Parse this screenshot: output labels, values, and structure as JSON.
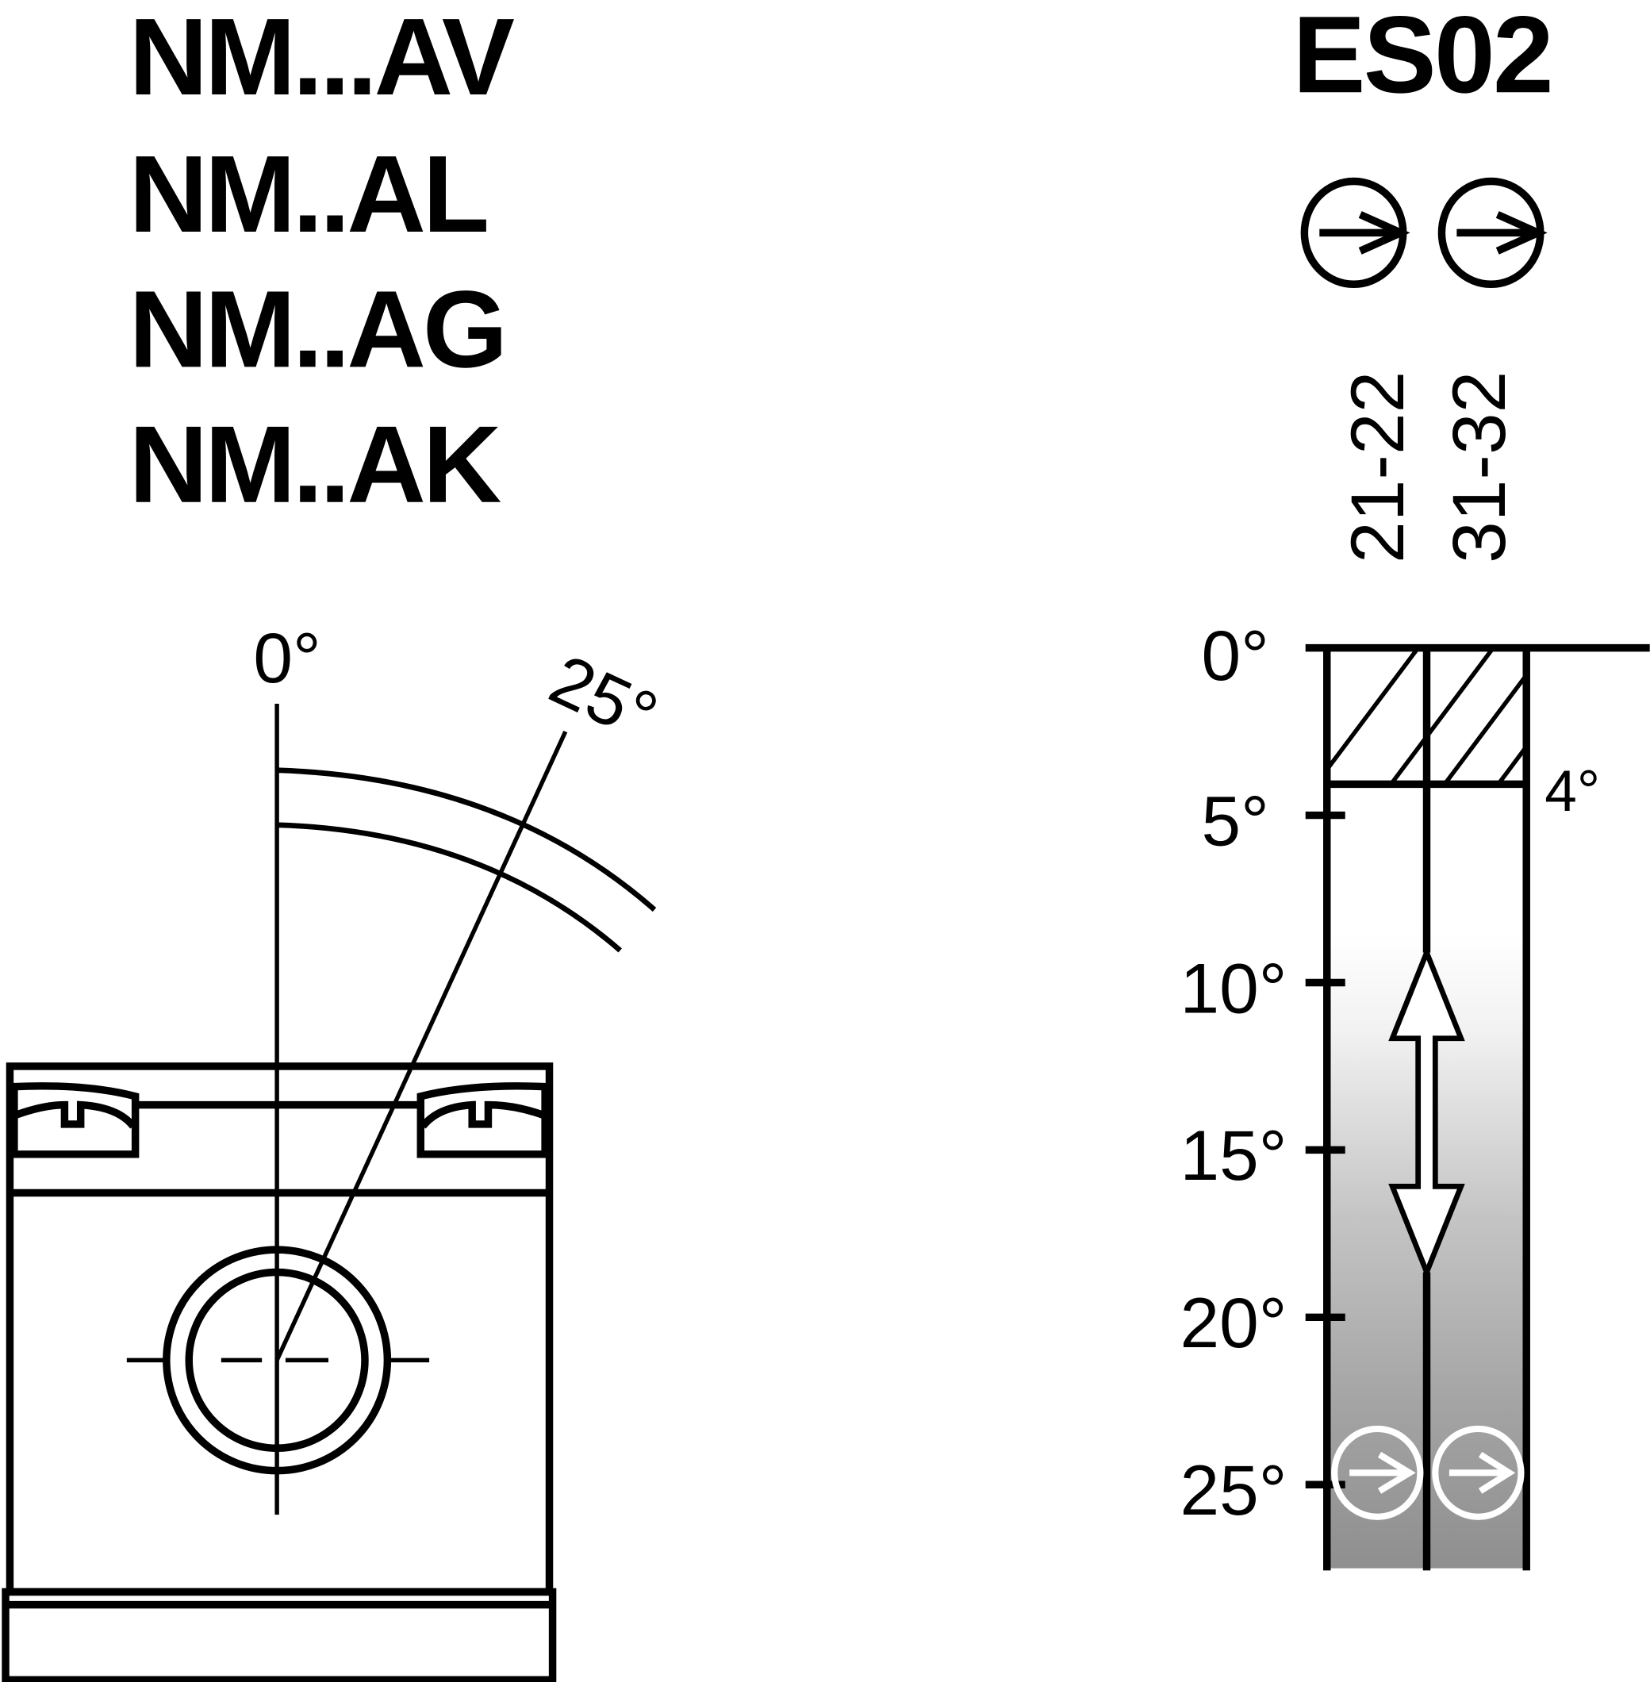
{
  "models": [
    "NM...AV",
    "NM..AL",
    "NM..AG",
    "NM..AK"
  ],
  "switch_code": "ES02",
  "contacts": [
    {
      "label": "21-22",
      "symbol": "positive-opening-arrow-icon"
    },
    {
      "label": "31-32",
      "symbol": "positive-opening-arrow-icon"
    }
  ],
  "lever_diagram": {
    "start_angle_label": "0°",
    "end_angle_label": "25°"
  },
  "travel_diagram": {
    "scale_labels": [
      "0°",
      "5°",
      "10°",
      "15°",
      "20°",
      "25°"
    ],
    "switching_point_label": "4°",
    "colors": {
      "line": "#000000",
      "hatch": "#000000",
      "gradient_start": "#ffffff",
      "gradient_end": "#8f8f8f"
    }
  }
}
